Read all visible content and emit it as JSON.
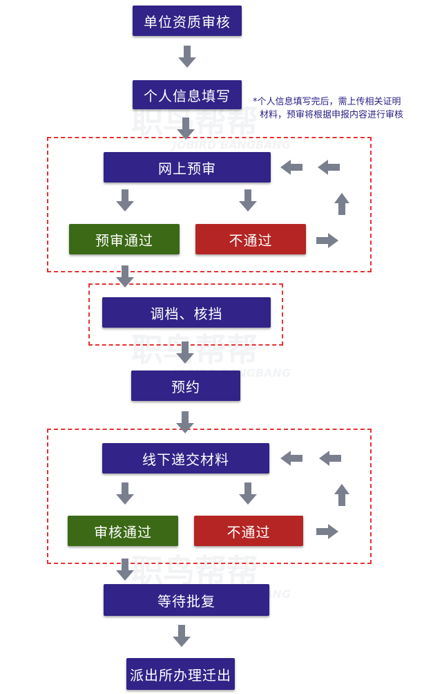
{
  "steps": {
    "s1": "单位资质审核",
    "s2": "个人信息填写",
    "s3": "网上预审",
    "s3_pass": "预审通过",
    "s3_fail": "不通过",
    "s4": "调档、核挡",
    "s5": "预约",
    "s6": "线下递交材料",
    "s6_pass": "审核通过",
    "s6_fail": "不通过",
    "s7": "等待批复",
    "s8": "派出所办理迁出"
  },
  "note": {
    "line1": "*个人信息填写完后，需上传相关证明",
    "line2": "材料，预审将根据申报内容进行审核"
  },
  "watermark": {
    "logo": "职鸟帮帮",
    "sub": "JOBIRD BANGBANG"
  },
  "colors": {
    "blue": "#312387",
    "green": "#3b6915",
    "red": "#b42523",
    "arrow": "#7a7f8e",
    "dashed": "#e53030"
  }
}
